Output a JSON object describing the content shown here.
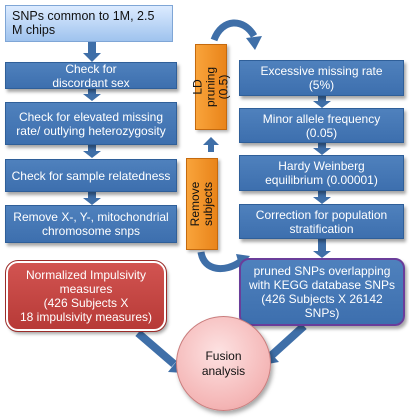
{
  "top_box": "SNPs common to 1M, 2.5 M chips",
  "left_steps": [
    "Check for\ndiscordant sex",
    "Check for elevated missing\nrate/ outlying heterozygosity",
    "Check for sample relatedness",
    "Remove X-, Y-, mitochondrial\nchromosome snps"
  ],
  "right_steps": [
    "Excessive missing rate\n(5%)",
    "Minor allele frequency\n(0.05)",
    "Hardy Weinberg\nequilibrium (0.00001)",
    "Correction for population\nstratification"
  ],
  "ld_pruning": "LD pruning\n(0.5)",
  "remove_subjects": "Remove\nsubjects",
  "impulsivity_box": "Normalized Impulsivity\nmeasures\n(426 Subjects X\n18 impulsivity measures)",
  "pruned_box": "pruned SNPs overlapping\nwith KEGG database SNPs\n(426 Subjects X 26142\nSNPs)",
  "fusion": "Fusion\nanalysis",
  "colors": {
    "step_blue": "#4f81bd",
    "arrow_blue": "#3f6fa8",
    "orange": "#f39a2f",
    "red": "#c0504d",
    "pink": "#f4b5b5",
    "top_light": "#c6dcf7"
  }
}
